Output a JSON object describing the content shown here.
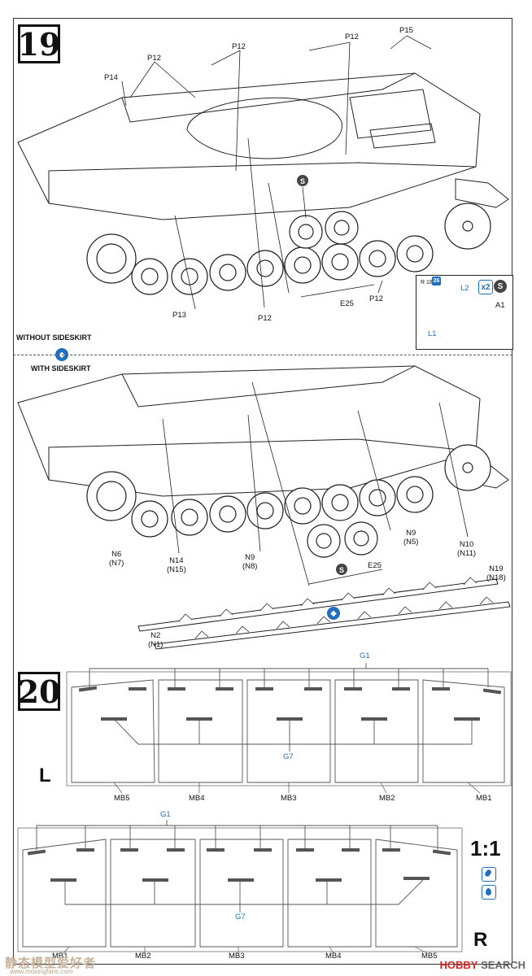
{
  "steps": {
    "step19": "19",
    "step20": "20"
  },
  "step19": {
    "callouts": {
      "p14": "P14",
      "p12a": "P12",
      "p12b": "P12",
      "p12c": "P12",
      "p15": "P15",
      "p13": "P13",
      "p12d": "P12",
      "p12e": "P12",
      "e25": "E25"
    },
    "inset": {
      "l2": "L2",
      "l1": "L1",
      "a1": "A1",
      "qty": "x2",
      "sprue_ref": "R 18",
      "sprue_num": "26"
    },
    "without_sideskirt": "WITHOUT SIDESKIRT",
    "with_sideskirt": "WITH SIDESKIRT",
    "lower_callouts": {
      "n6": "N6",
      "n6alt": "(N7)",
      "n14": "N14",
      "n14alt": "(N15)",
      "n9a": "N9",
      "n9aalt": "(N8)",
      "n9b": "N9",
      "n9balt": "(N5)",
      "n10": "N10",
      "n10alt": "(N11)",
      "n19": "N19",
      "n19alt": "(N18)",
      "n2": "N2",
      "n2alt": "(N1)",
      "e25": "E25"
    }
  },
  "step20": {
    "left_side": "L",
    "right_side": "R",
    "scale": "1:1",
    "left_panel": {
      "g1": "G1",
      "g7": "G7",
      "parts": [
        "MB5",
        "MB4",
        "MB3",
        "MB2",
        "MB1"
      ]
    },
    "right_panel": {
      "g1": "G1",
      "g7": "G7",
      "parts": [
        "MB1",
        "MB2",
        "MB3",
        "MB4",
        "MB5"
      ]
    }
  },
  "watermarks": {
    "left": "静态模型爱好者",
    "left_url": "www.moxingfans.com",
    "right_brand": "HOBBY",
    "right_text": " SEARCH"
  },
  "colors": {
    "accent_blue": "#1f6fc0",
    "line": "#222222"
  }
}
